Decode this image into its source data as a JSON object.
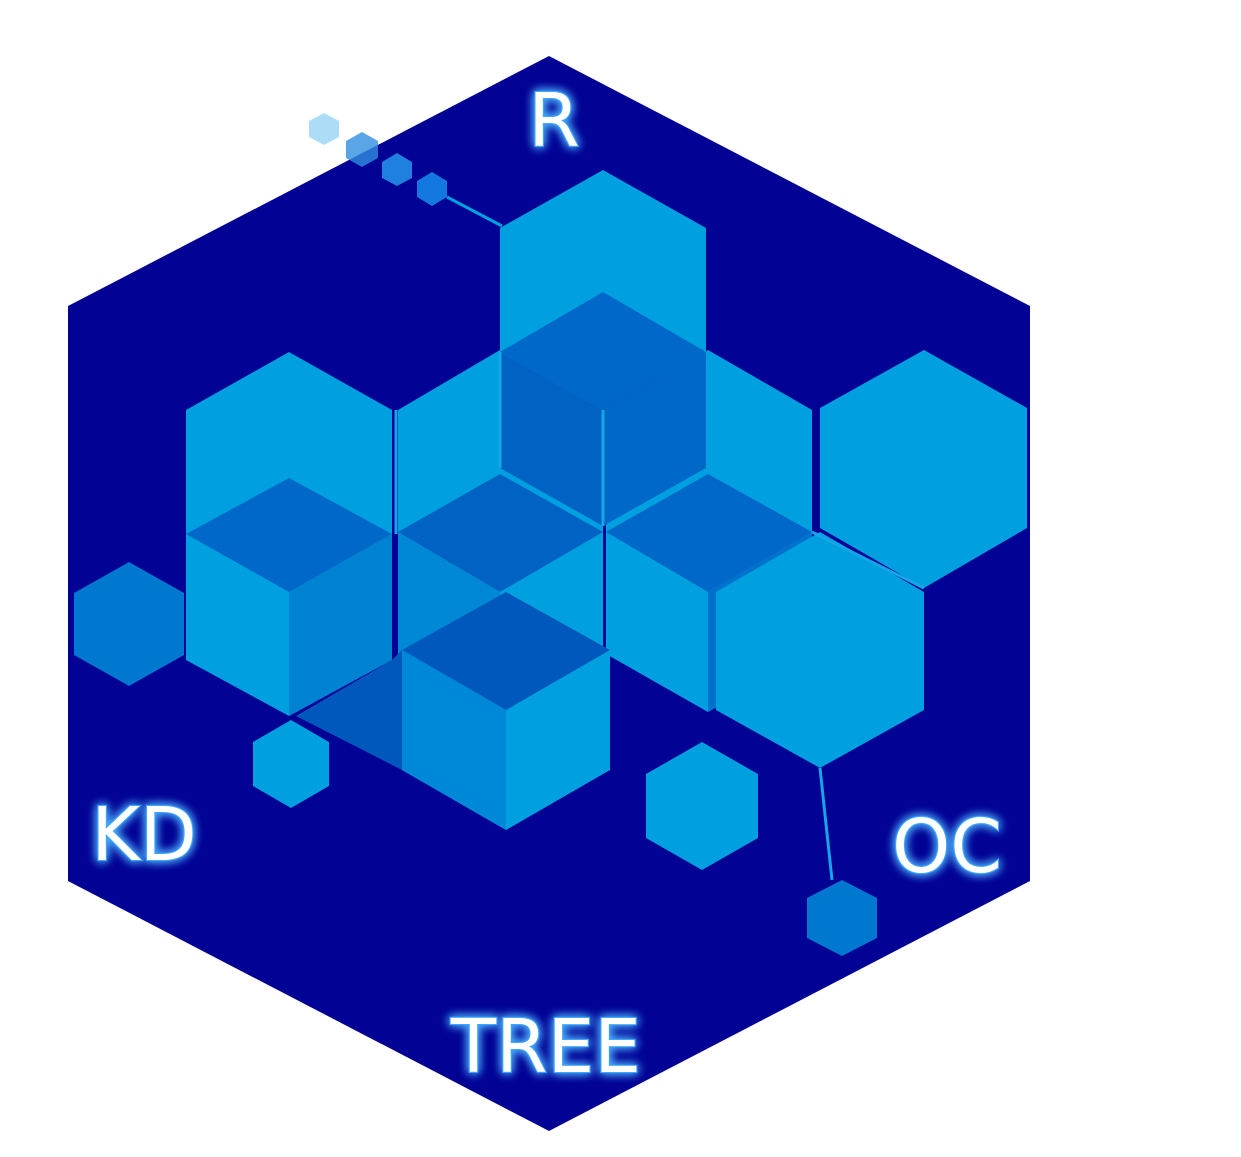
{
  "logo": {
    "labels": {
      "top": "R",
      "left": "KD",
      "right": "OC",
      "bottom": "TREE"
    },
    "colors": {
      "background": "#ffffff",
      "badge": "#020294",
      "hex_light": "#00a0e0",
      "hex_mid": "#0077cc",
      "hex_dark": "#0063c4",
      "hex_deep": "#0050b8",
      "connector": "#00a0e0",
      "text_fill": "#ffffff",
      "text_glow": "#3aa8ff"
    }
  }
}
